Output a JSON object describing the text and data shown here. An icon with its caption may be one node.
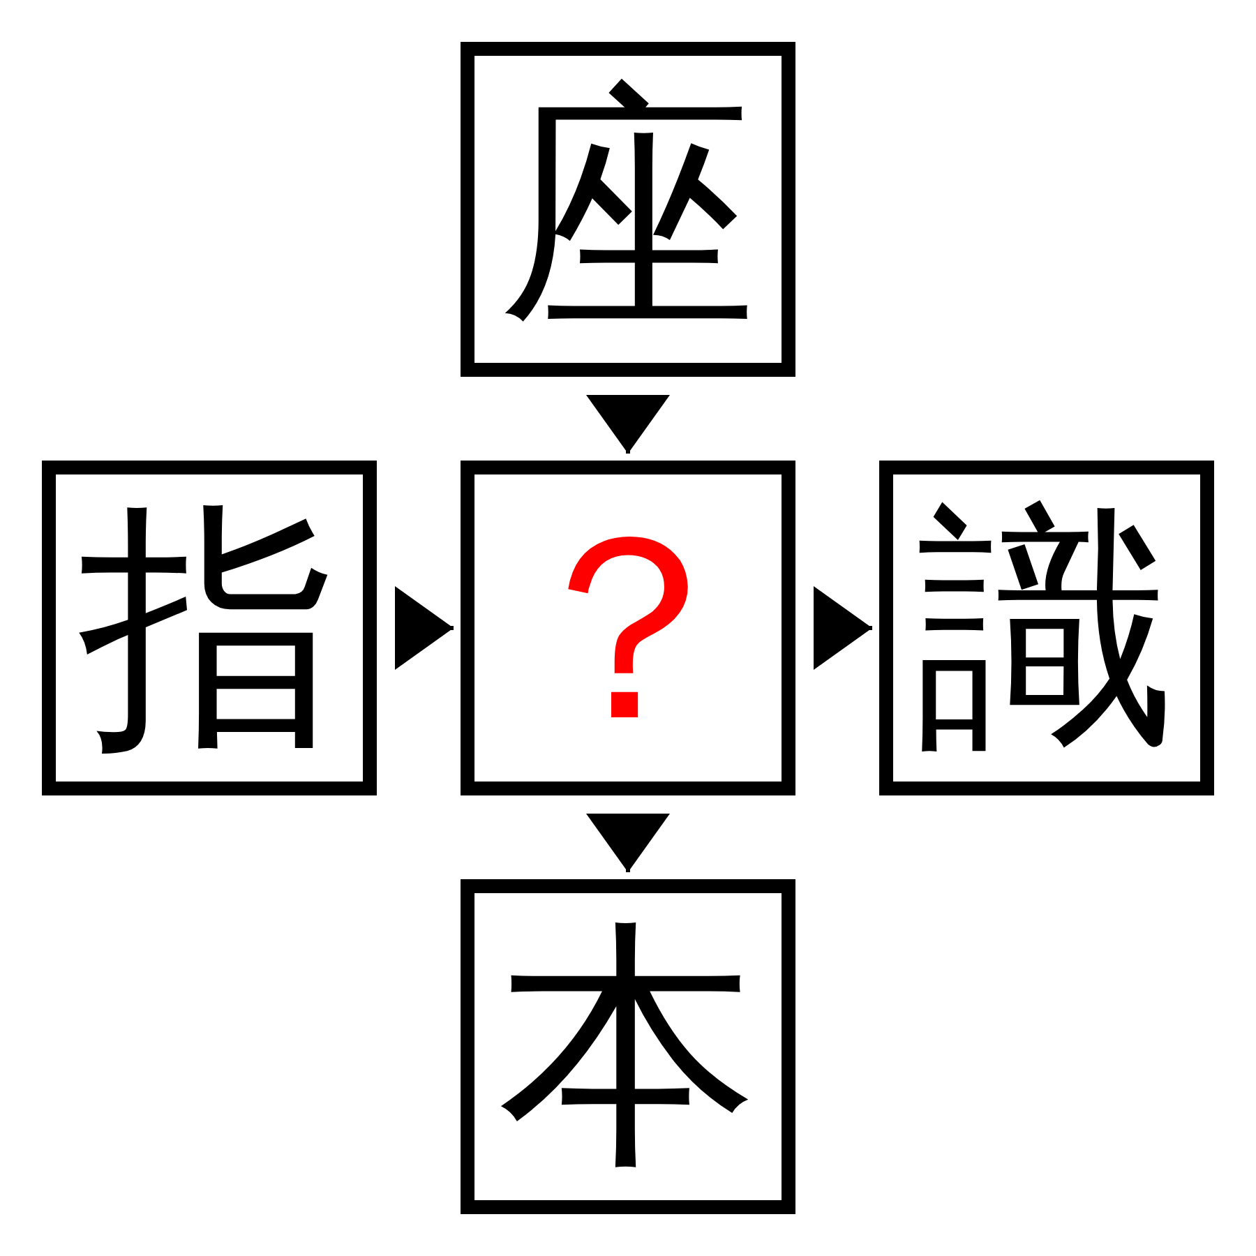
{
  "diagram": {
    "nodes": [
      {
        "text": [
          "座"
        ]
      },
      {
        "text": [
          "指"
        ]
      },
      {
        "text": [
          "？"
        ]
      },
      {
        "text": [
          "識"
        ]
      },
      {
        "text": [
          "本"
        ]
      }
    ],
    "edges": [
      {
        "from": 0,
        "to": 2,
        "arrow": "to"
      },
      {
        "from": 1,
        "to": 2,
        "arrow": "to"
      },
      {
        "from": 2,
        "to": 3,
        "arrow": "to"
      },
      {
        "from": 2,
        "to": 4,
        "arrow": "to"
      }
    ]
  }
}
